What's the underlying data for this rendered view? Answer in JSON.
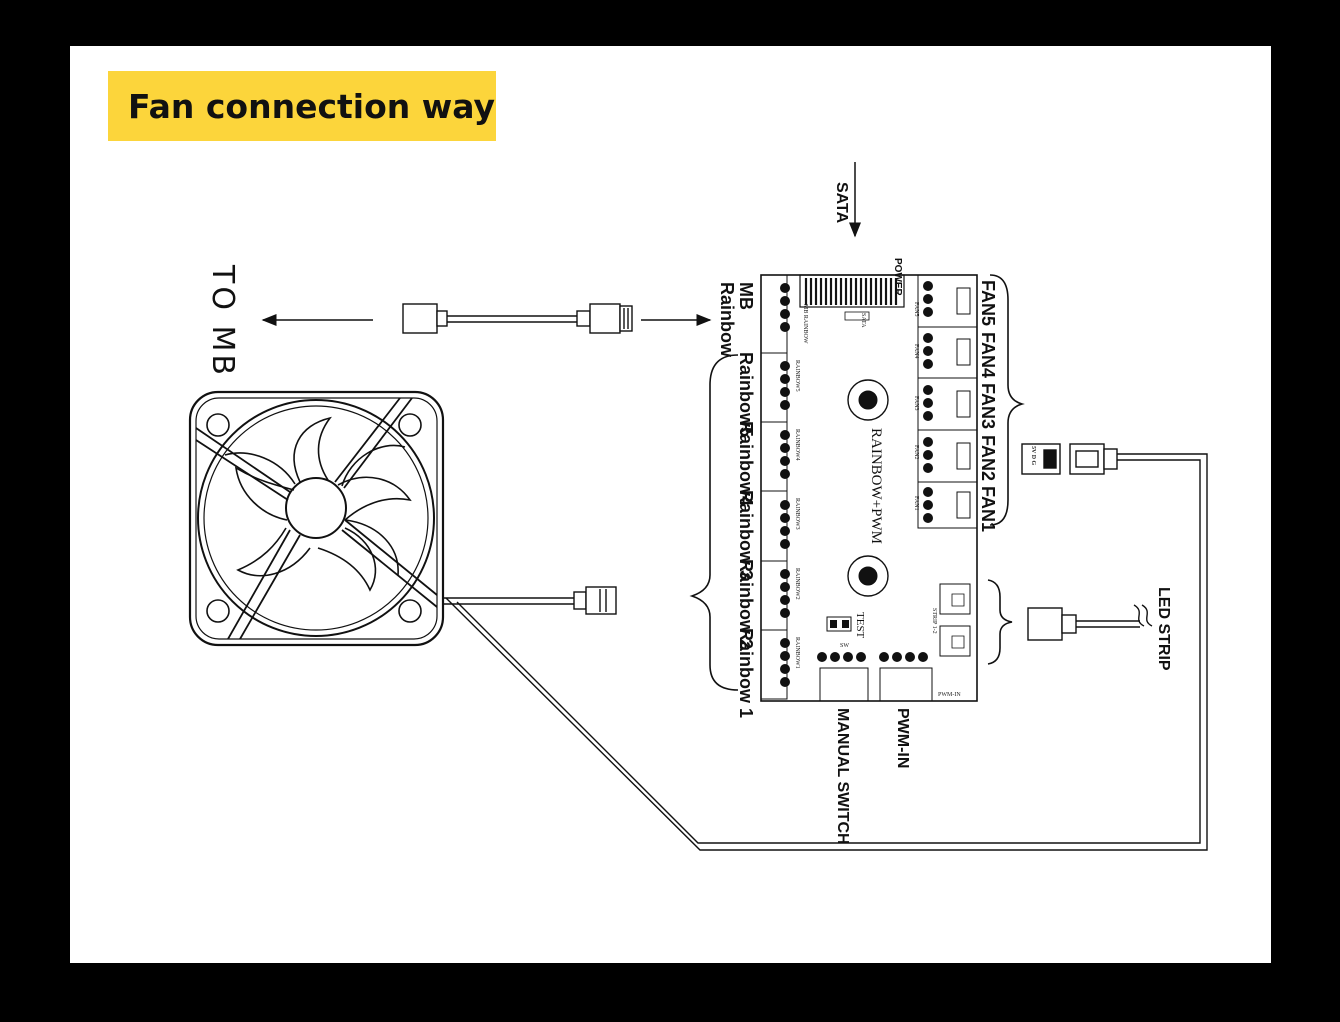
{
  "title": "Fan connection way",
  "labels": {
    "sata_arrow": "SATA",
    "to_mb": "TO MB",
    "mb_rainbow_line1": "MB",
    "mb_rainbow_line2": "Rainbow",
    "power": "POWER",
    "sata_port": "SATA",
    "board_name": "RAINBOW+PWM",
    "test": "TEST",
    "led_strip": "LED STRIP",
    "pwm_in": "PWM-IN",
    "manual_switch": "MANUAL SWITCH",
    "pwm_in_pcb": "PWM-IN",
    "sw_pcb": "SW",
    "strip_pcb": "STRIP 1-2",
    "connector_pins": "5V D G"
  },
  "fans": [
    "FAN5",
    "FAN4",
    "FAN3",
    "FAN2",
    "FAN1"
  ],
  "rainbows": [
    "Rainbow5",
    "Rainbow4",
    "Rainbow 3",
    "Rainbow 2",
    "Rainbow 1"
  ],
  "pcb_rainbow_labels": [
    "MB RAINBOW",
    "RAINBOW5",
    "RAINBOW4",
    "RAINBOW3",
    "RAINBOW2",
    "RAINBOW1"
  ],
  "pcb_fan_labels": [
    "FAN5",
    "FAN4",
    "FAN3",
    "FAN2",
    "FAN1"
  ],
  "colors": {
    "badge": "#fcd53b",
    "background": "#000000",
    "sheet": "#ffffff",
    "ink": "#111111"
  }
}
